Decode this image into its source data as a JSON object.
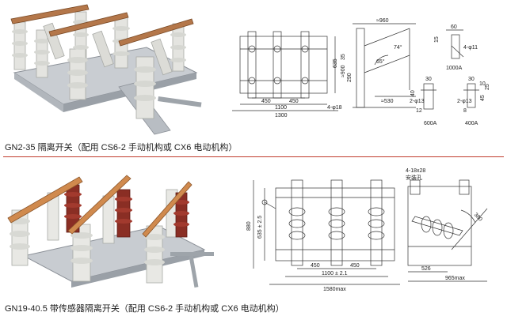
{
  "top": {
    "caption": "GN2-35 隔离开关（配用 CS6-2 手动机构或 CX6 电动机构）",
    "dims": {
      "d450a": "450",
      "d450b": "450",
      "d1100": "1100",
      "d1300": "1300",
      "d635": "635",
      "d35": "35",
      "d900": "≈900",
      "d290": "290",
      "d4phi18": "4-φ18",
      "d960": "≈960",
      "d65": "65°",
      "d74": "74°",
      "d530": "≈530",
      "d60": "60",
      "d15": "15",
      "d4phi11": "4-φ11",
      "d1000a": "1000A",
      "d600a": "600A",
      "d400a": "400A",
      "d30a": "30",
      "d40a": "40",
      "d2phi13a": "2-φ13",
      "d12a": "12",
      "d30b": "30",
      "d2phi13b": "2-φ13",
      "d8": "8",
      "d45": "45",
      "d25": "25",
      "d10": "10"
    }
  },
  "bottom": {
    "caption": "GN19-40.5 带传感器隔离开关（配用 CS6-2 手动机构或 CX6 电动机构）",
    "dims": {
      "d880": "880",
      "d635": "635 ± 2.5",
      "d450a": "450",
      "d450b": "450",
      "d1100": "1100 ± 2.1",
      "d1580": "1580max",
      "d4_18x28": "4-18x28",
      "dmount": "安装孔",
      "d380": "380",
      "d526": "526",
      "d965": "965max"
    }
  }
}
